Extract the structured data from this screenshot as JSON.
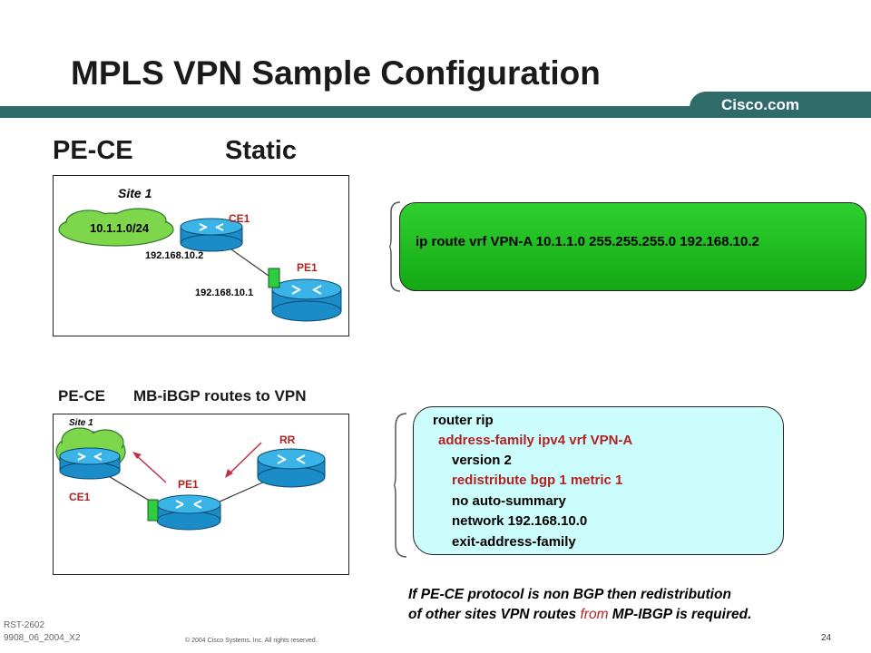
{
  "slide": {
    "title": "MPLS VPN Sample Configuration",
    "brand": "Cisco.com",
    "copyright": "© 2004 Cisco Systems, Inc. All rights reserved.",
    "footer_code_1": "RST-2602",
    "footer_code_2": "9908_06_2004_X2",
    "page_number": "24"
  },
  "static_section": {
    "heading_left": "PE-CE",
    "heading_right": "Static",
    "site_label": "Site 1",
    "prefix": "10.1.1.0/24",
    "ce_label": "CE1",
    "pe_label": "PE1",
    "ce_ip": "192.168.10.2",
    "pe_ip": "192.168.10.1",
    "config": "ip route vrf VPN-A 10.1.1.0 255.255.255.0 192.168.10.2"
  },
  "bgp_section": {
    "heading_left": "PE-CE",
    "heading_right": "MB-iBGP routes to VPN",
    "site_label": "Site 1",
    "rr_label": "RR",
    "pe_label": "PE1",
    "ce_label": "CE1",
    "config_lines": [
      "router rip",
      "address-family ipv4 vrf VPN-A",
      "version 2",
      "redistribute bgp 1 metric 1",
      "no auto-summary",
      "network 192.168.10.0",
      "exit-address-family"
    ]
  },
  "note": {
    "line1": "If PE-CE protocol is non BGP then redistribution",
    "line2_a": "of other sites VPN routes ",
    "line2_b": "from",
    "line2_c": " MP-IBGP is required."
  },
  "colors": {
    "teal": "#2f6b6b",
    "router": "#1aa0d8",
    "green_panel": "#22c022",
    "cyan_panel": "#ccfdfd",
    "red": "#b22222"
  }
}
